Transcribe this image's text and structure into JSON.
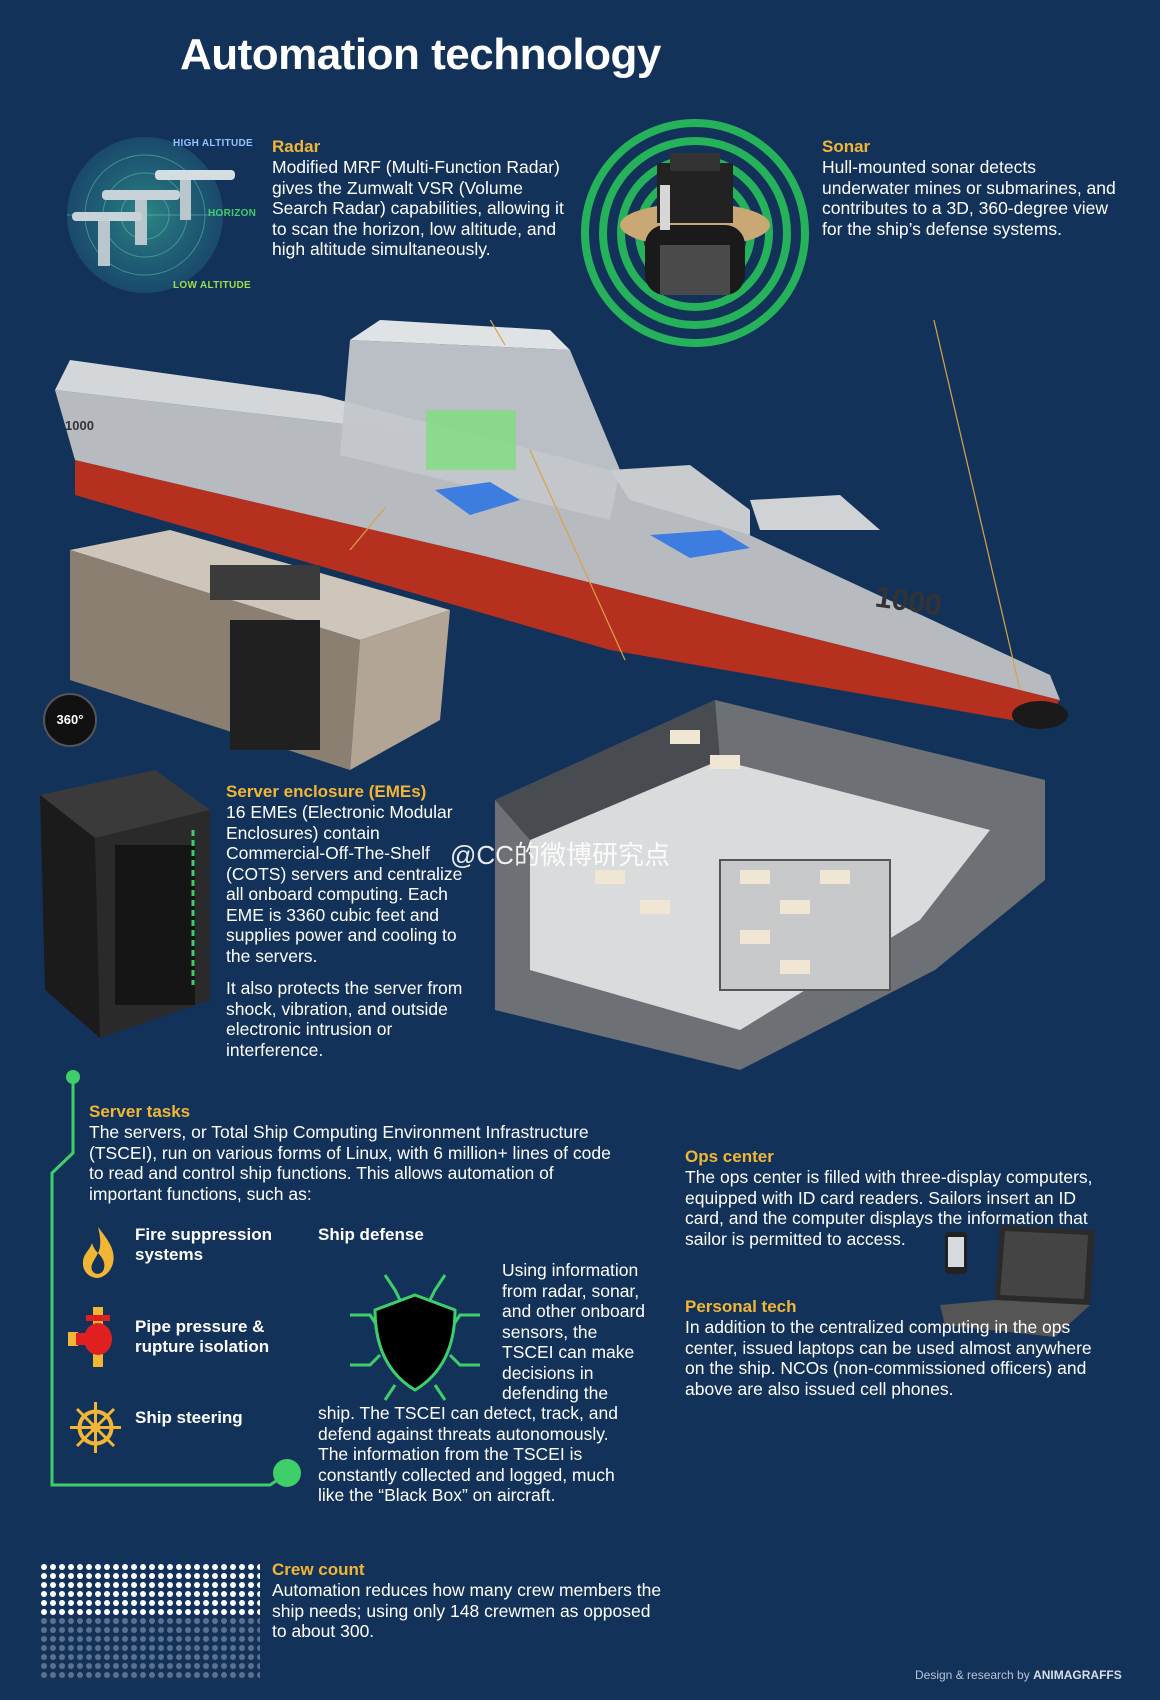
{
  "title": "Automation technology",
  "radar": {
    "heading": "Radar",
    "text": "Modified MRF (Multi-Function Radar) gives the Zumwalt VSR (Volume Search Radar) capabilities, allowing it to scan the horizon, low altitude, and high altitude simultaneously.",
    "label_high": "HIGH ALTITUDE",
    "label_horizon": "HORIZON",
    "label_low": "LOW ALTITUDE"
  },
  "sonar": {
    "heading": "Sonar",
    "text": "Hull-mounted sonar detects underwater mines or submarines, and contributes to a 3D, 360-degree view for the ship’s defense systems."
  },
  "ship": {
    "hull_number": "1000",
    "rotate_badge": "360°"
  },
  "server_enclosure": {
    "heading": "Server enclosure (EMEs)",
    "text1": "16 EMEs (Electronic Modular Enclosures) contain Commercial-Off-The-Shelf (COTS) servers and centralize all onboard computing. Each EME is 3360 cubic feet and supplies power and cooling to the servers.",
    "text2": "It also protects the server from shock, vibration, and outside electronic intrusion or interference."
  },
  "watermark": "@CC的微博研究点",
  "server_tasks": {
    "heading": "Server tasks",
    "text": "The servers, or Total Ship Computing Environment Infrastructure (TSCEI), run on various forms of Linux, with 6 million+ lines of code to read and control ship functions. This allows automation of important functions, such as:",
    "items": [
      {
        "label": "Fire suppression systems",
        "icon": "fire-icon"
      },
      {
        "label": "Pipe pressure & rupture isolation",
        "icon": "valve-icon"
      },
      {
        "label": "Ship steering",
        "icon": "ship-wheel-icon"
      }
    ]
  },
  "ship_defense": {
    "heading": "Ship defense",
    "text_a": "Using information from radar, sonar, and other onboard sensors, the TSCEI can make decisions in defending the",
    "text_b": "ship. The TSCEI can detect, track, and defend against threats autonomously. The information from the TSCEI is constantly collected and logged, much like the “Black Box” on aircraft."
  },
  "ops_center": {
    "heading": "Ops center",
    "text": "The ops center is filled with three-display computers, equipped with ID card readers. Sailors insert an ID card, and the computer displays the information that sailor is permitted to access."
  },
  "personal_tech": {
    "heading": "Personal tech",
    "text": "In addition to the centralized computing in the ops center, issued laptops can be used almost anywhere on the ship. NCOs (non-commissioned officers) and above are also issued cell phones."
  },
  "crew_count": {
    "heading": "Crew count",
    "text": "Automation reduces how many crew members the ship needs; using only 148 crewmen as opposed to about 300."
  },
  "credit": {
    "prefix": "Design & research by",
    "brand": "ANIMAGRAFFS"
  },
  "colors": {
    "background": "#13325a",
    "accent": "#f2b636",
    "green": "#3fcf6a",
    "hull_red": "#b5301f"
  }
}
